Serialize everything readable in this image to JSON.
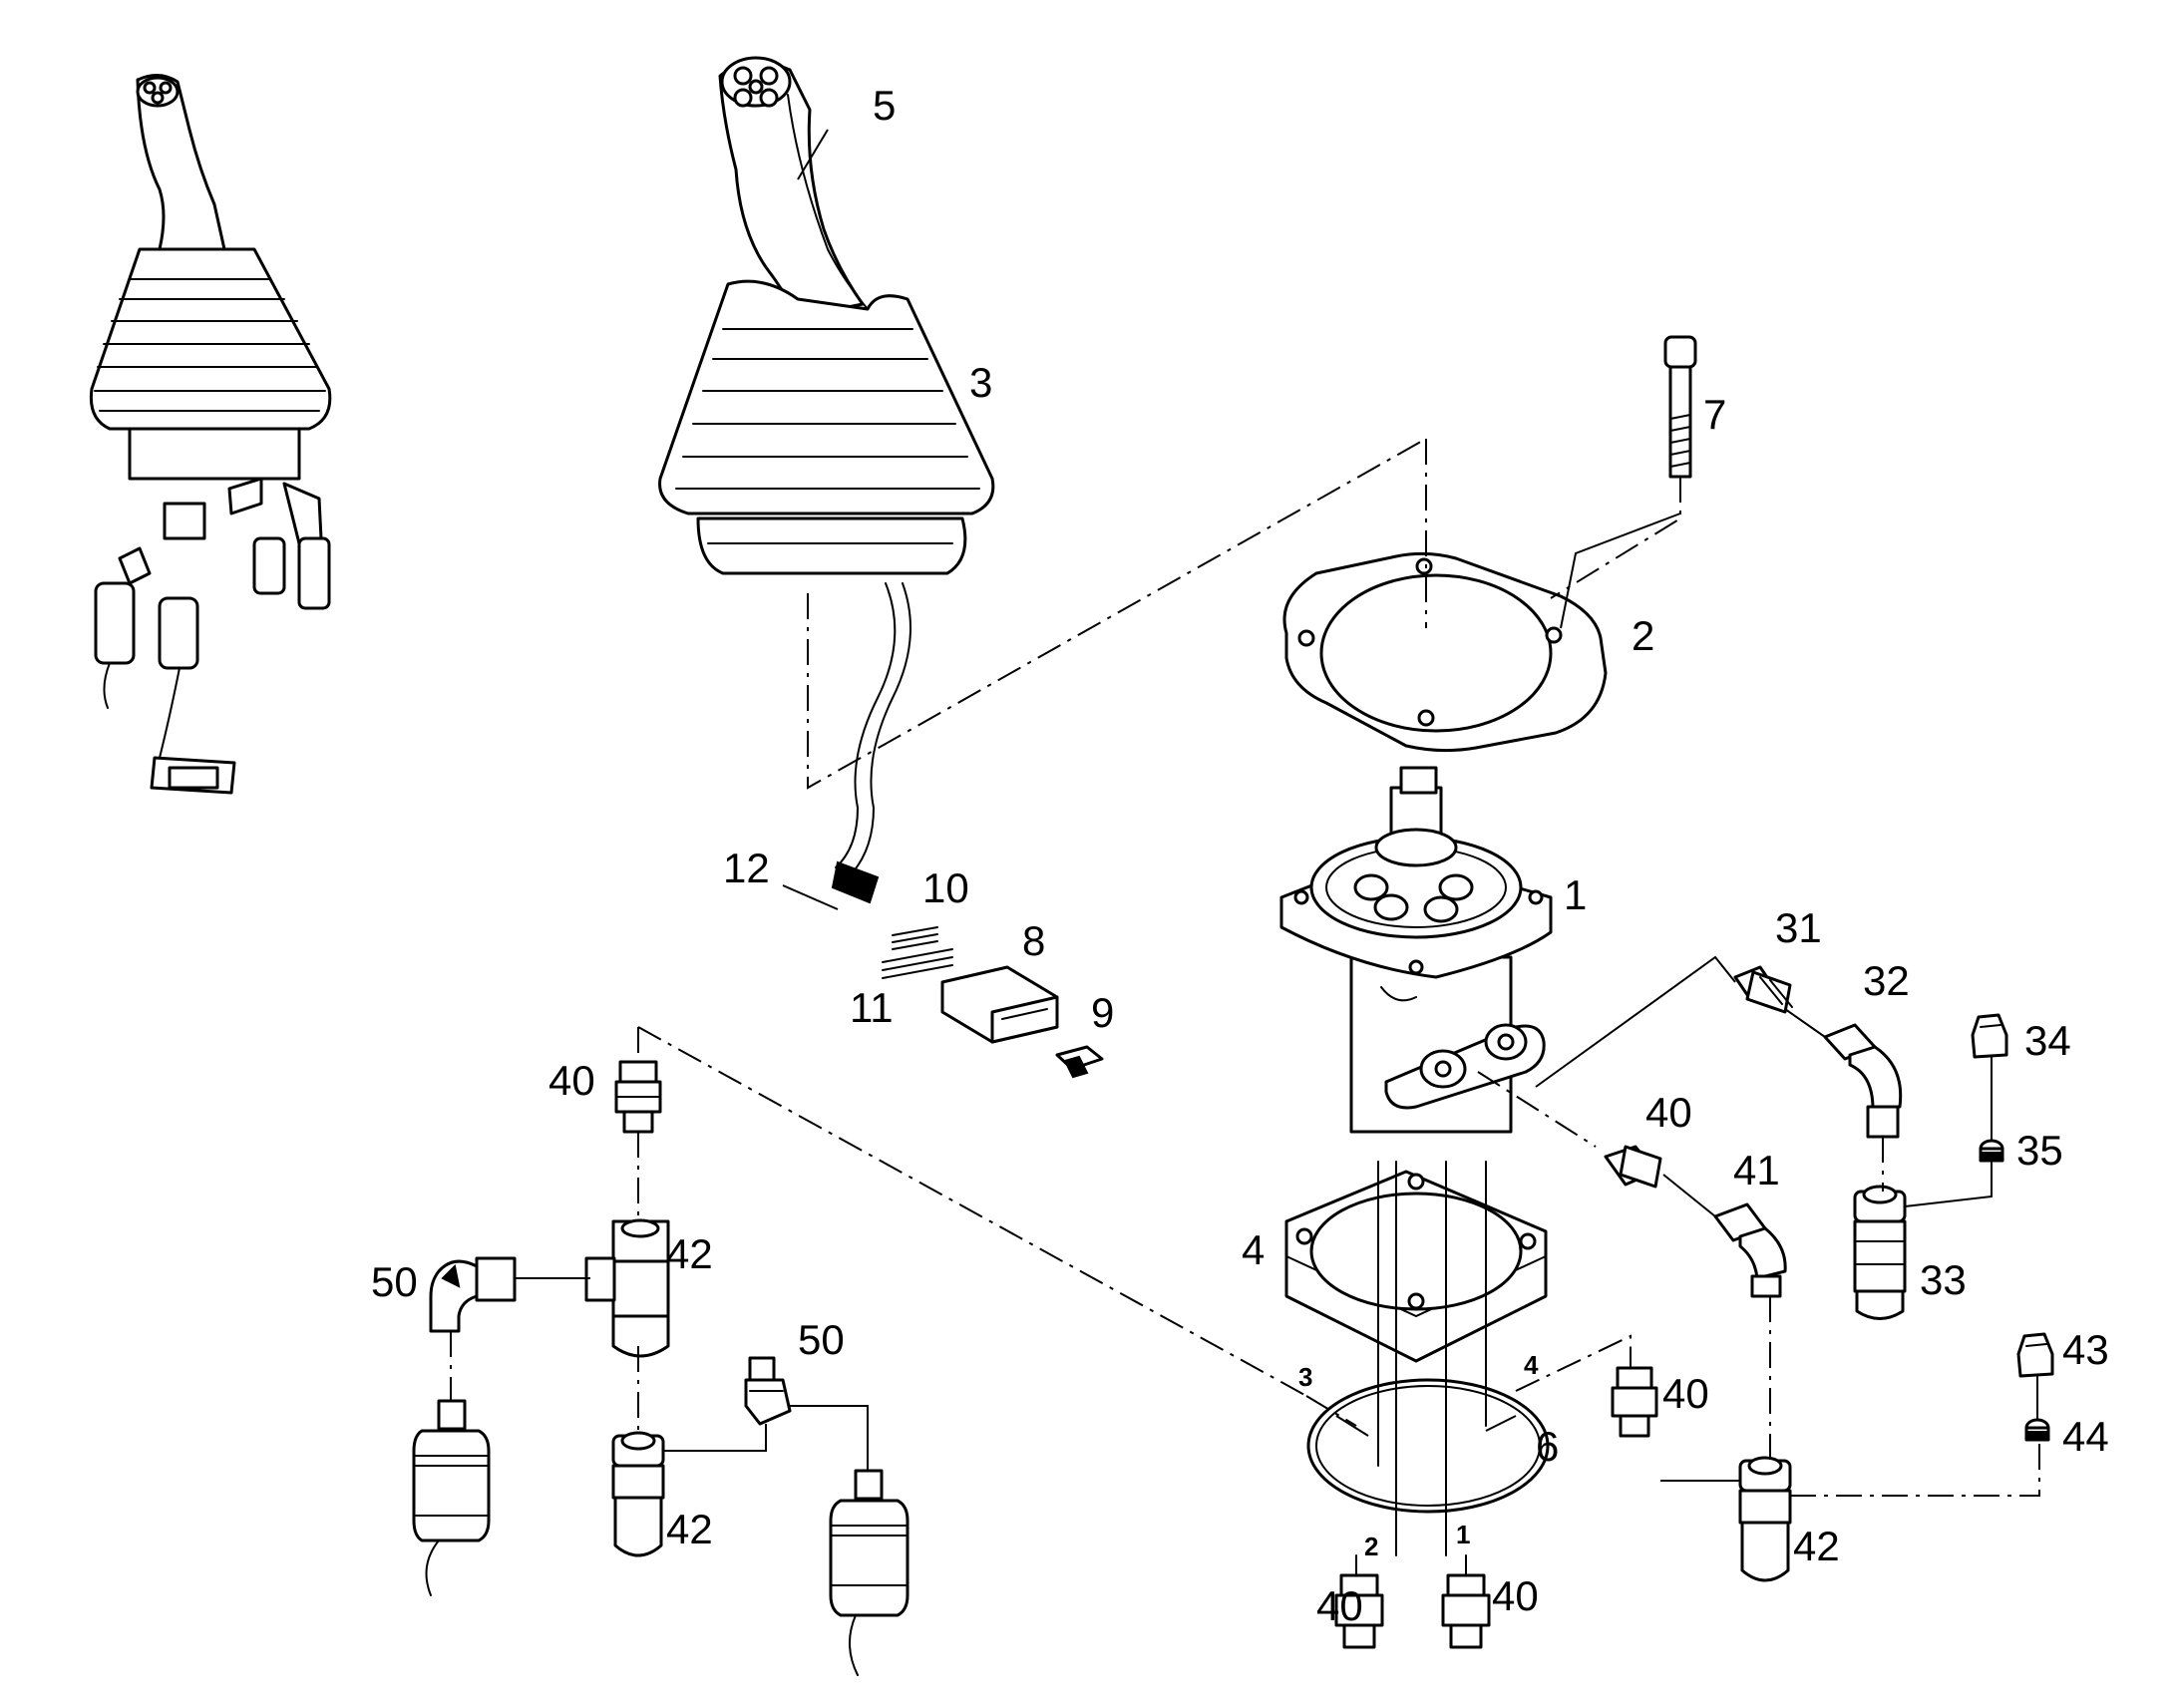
{
  "callouts": {
    "c1": "1",
    "c2": "2",
    "c3": "3",
    "c4": "4",
    "c5": "5",
    "c6": "6",
    "c7": "7",
    "c8": "8",
    "c9": "9",
    "c10": "10",
    "c11": "11",
    "c12": "12",
    "c31": "31",
    "c32": "32",
    "c33": "33",
    "c34": "34",
    "c35": "35",
    "c40a": "40",
    "c40b": "40",
    "c40c": "40",
    "c40d": "40",
    "c40e": "40",
    "c41": "41",
    "c42a": "42",
    "c42b": "42",
    "c42c": "42",
    "c43": "43",
    "c44": "44",
    "c50a": "50",
    "c50b": "50"
  },
  "port_marks": {
    "p1": "1",
    "p2": "2",
    "p3": "3",
    "p4": "4"
  }
}
